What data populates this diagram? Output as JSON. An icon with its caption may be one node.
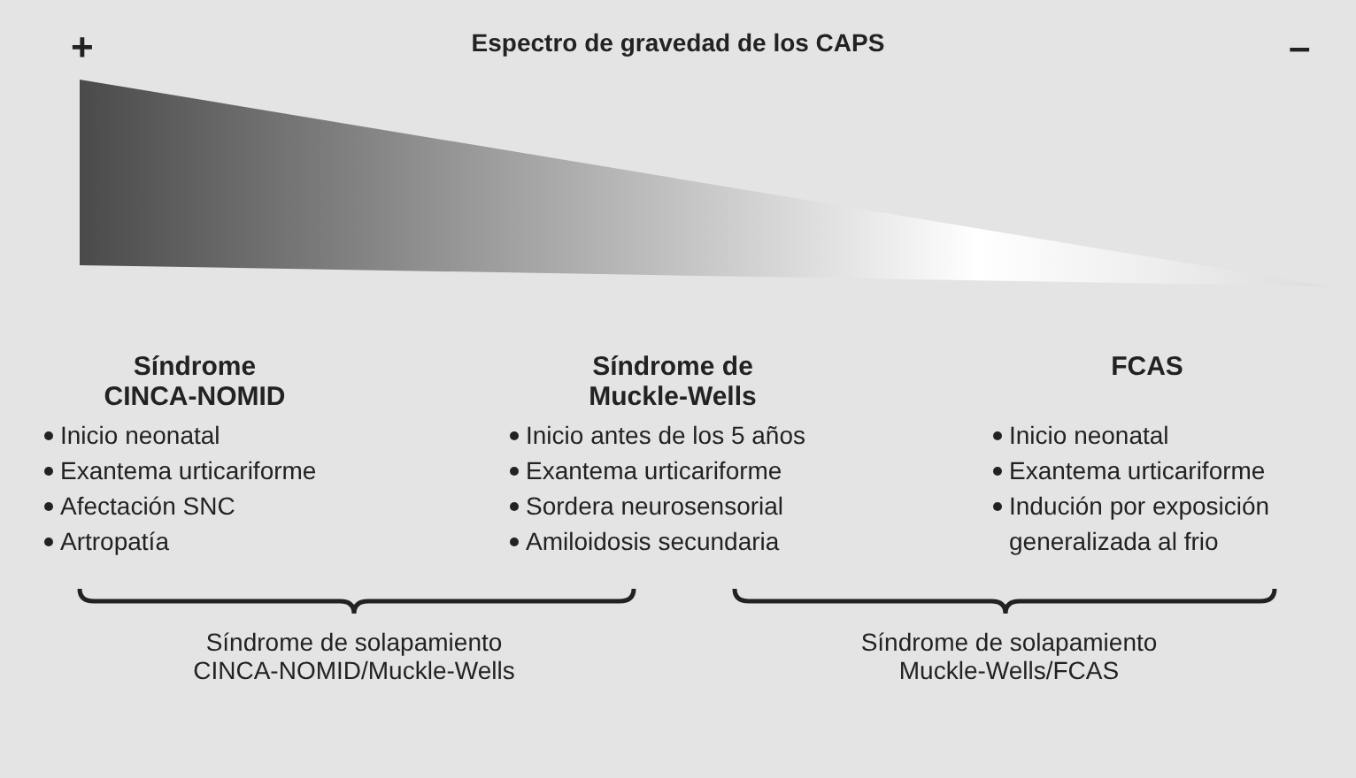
{
  "diagram": {
    "title": "Espectro de gravedad de los CAPS",
    "nodes": [
      {
        "text": [],
        "shape": "triangle"
      }
    ],
    "labels": [
      "+",
      "–",
      "Síndrome CINCA-NOMID",
      "Inicio neonatal",
      "Exantema urticariforme",
      "Afectación SNC",
      "Artropatía",
      "Síndrome de Muckle-Wells",
      "Inicio antes de los 5 años",
      "Exantema urticariforme",
      "Sordera neurosensorial",
      "Amiloidosis secundaria",
      "FCAS",
      "Inicio neonatal",
      "Exantema urticariforme",
      "Indución por exposición generalizada al frio",
      "Síndrome de solapamiento CINCA-NOMID/Muckle-Wells",
      "Síndrome de solapamiento Muckle-Wells/FCAS"
    ]
  }
}
